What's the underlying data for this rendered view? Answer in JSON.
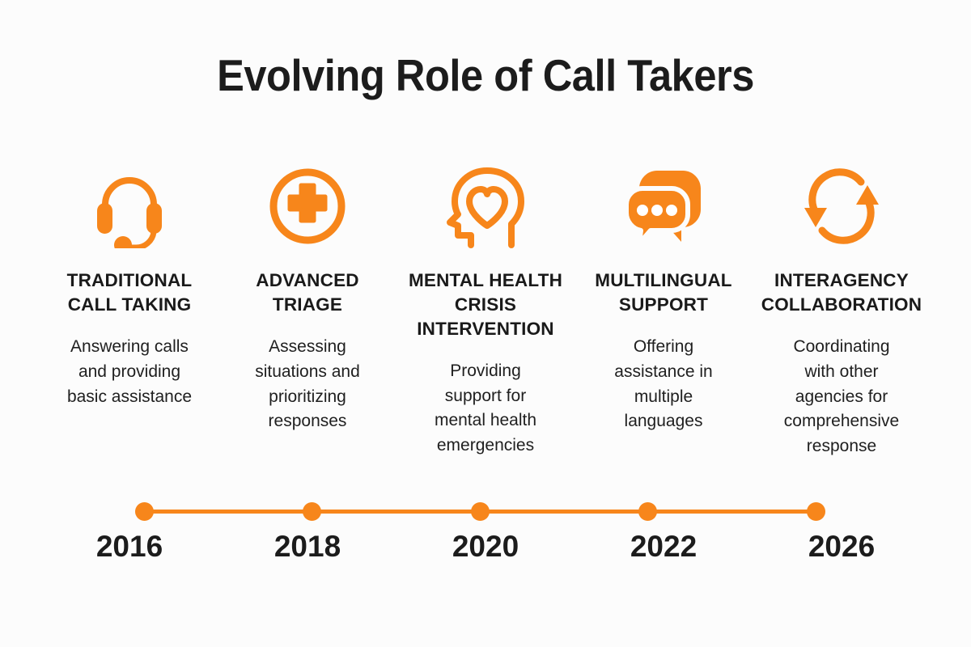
{
  "title": "Evolving Role of Call Takers",
  "theme": {
    "background": "#FCFCFC",
    "accent_orange": "#F7861B",
    "heading_color": "#1A1A1A",
    "body_color": "#1F1F1F"
  },
  "columns": [
    {
      "icon": "headset-icon",
      "heading": "TRADITIONAL\nCALL TAKING",
      "description": "Answering calls\nand providing\nbasic assistance",
      "year": "2016"
    },
    {
      "icon": "medical-cross-circle-icon",
      "heading": "ADVANCED\nTRIAGE",
      "description": "Assessing\nsituations and\nprioritizing\nresponses",
      "year": "2018"
    },
    {
      "icon": "head-heart-icon",
      "heading": "MENTAL HEALTH\nCRISIS\nINTERVENTION",
      "description": "Providing\nsupport for\nmental health\nemergencies",
      "year": "2020"
    },
    {
      "icon": "chat-bubbles-icon",
      "heading": "MULTILINGUAL\nSUPPORT",
      "description": "Offering\nassistance in\nmultiple\nlanguages",
      "year": "2022"
    },
    {
      "icon": "sync-arrows-icon",
      "heading": "INTERAGENCY\nCOLLABORATION",
      "description": "Coordinating\nwith other\nagencies for\ncomprehensive\nresponse",
      "year": "2026"
    }
  ],
  "timeline": {
    "years": [
      "2016",
      "2018",
      "2020",
      "2022",
      "2026"
    ]
  }
}
